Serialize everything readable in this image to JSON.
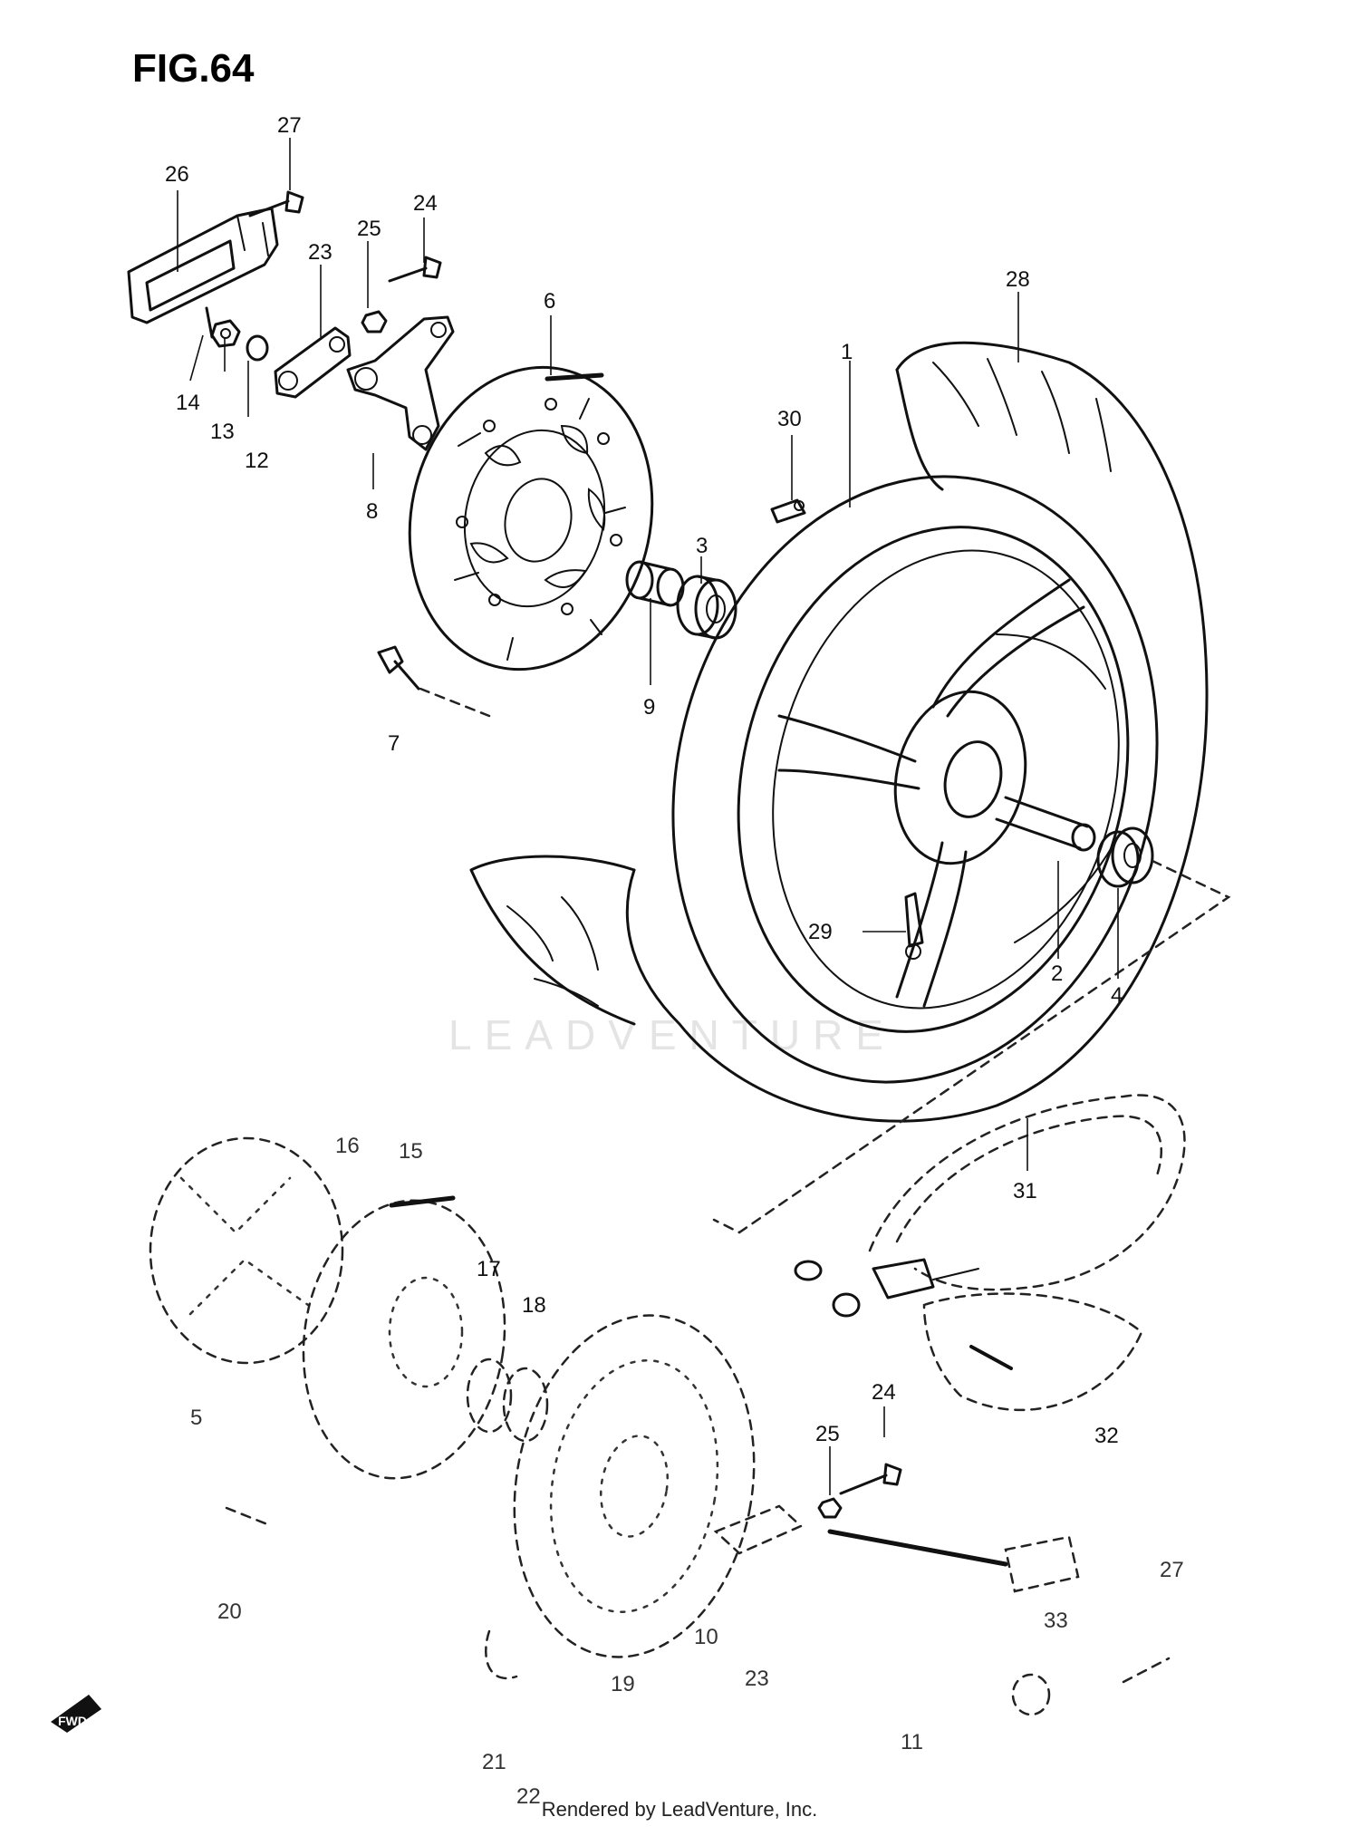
{
  "figure_title": "FIG.64",
  "watermark": "LEADVENTURE",
  "fwd_marker": "FWD",
  "footer_credit": "Rendered by LeadVenture, Inc.",
  "callouts": [
    {
      "id": "c1",
      "label": "1"
    },
    {
      "id": "c2",
      "label": "2"
    },
    {
      "id": "c3",
      "label": "3"
    },
    {
      "id": "c4",
      "label": "4"
    },
    {
      "id": "c5",
      "label": "5"
    },
    {
      "id": "c6",
      "label": "6"
    },
    {
      "id": "c7",
      "label": "7"
    },
    {
      "id": "c8",
      "label": "8"
    },
    {
      "id": "c9",
      "label": "9"
    },
    {
      "id": "c10",
      "label": "10"
    },
    {
      "id": "c11",
      "label": "11"
    },
    {
      "id": "c12",
      "label": "12"
    },
    {
      "id": "c13",
      "label": "13"
    },
    {
      "id": "c14",
      "label": "14"
    },
    {
      "id": "c15",
      "label": "15"
    },
    {
      "id": "c16",
      "label": "16"
    },
    {
      "id": "c17",
      "label": "17"
    },
    {
      "id": "c18",
      "label": "18"
    },
    {
      "id": "c19",
      "label": "19"
    },
    {
      "id": "c20",
      "label": "20"
    },
    {
      "id": "c21",
      "label": "21"
    },
    {
      "id": "c22",
      "label": "22"
    },
    {
      "id": "c23a",
      "label": "23"
    },
    {
      "id": "c23b",
      "label": "23"
    },
    {
      "id": "c24a",
      "label": "24"
    },
    {
      "id": "c24b",
      "label": "24"
    },
    {
      "id": "c25a",
      "label": "25"
    },
    {
      "id": "c25b",
      "label": "25"
    },
    {
      "id": "c26",
      "label": "26"
    },
    {
      "id": "c27a",
      "label": "27"
    },
    {
      "id": "c27b",
      "label": "27"
    },
    {
      "id": "c28",
      "label": "28"
    },
    {
      "id": "c29",
      "label": "29"
    },
    {
      "id": "c30",
      "label": "30"
    },
    {
      "id": "c31",
      "label": "31"
    },
    {
      "id": "c32",
      "label": "32"
    },
    {
      "id": "c33",
      "label": "33"
    }
  ]
}
